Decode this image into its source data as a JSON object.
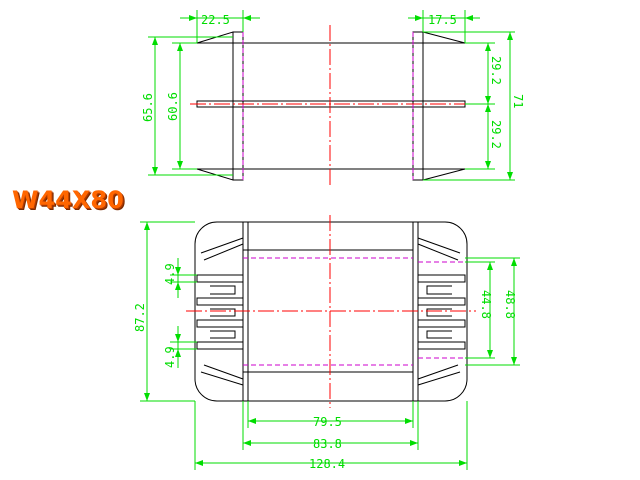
{
  "title": "W44X80",
  "colors": {
    "outline": "#000000",
    "dimension": "#00dd00",
    "center_line": "#ff0000",
    "hidden_line": "#cc00cc",
    "title": "#ff6600"
  },
  "top_view": {
    "dims": {
      "left_width": "22.5",
      "right_width": "17.5",
      "outer_height": "65.6",
      "inner_height": "60.6",
      "upper_half": "29.2",
      "lower_half": "29.2",
      "total_height": "71"
    }
  },
  "front_view": {
    "dims": {
      "pin_upper": "4.9",
      "pin_lower": "4.9",
      "height": "87.2",
      "window_inner": "44.8",
      "window_outer": "48.8",
      "inner_width": "79.5",
      "mid_width": "83.8",
      "total_width": "128.4"
    }
  }
}
